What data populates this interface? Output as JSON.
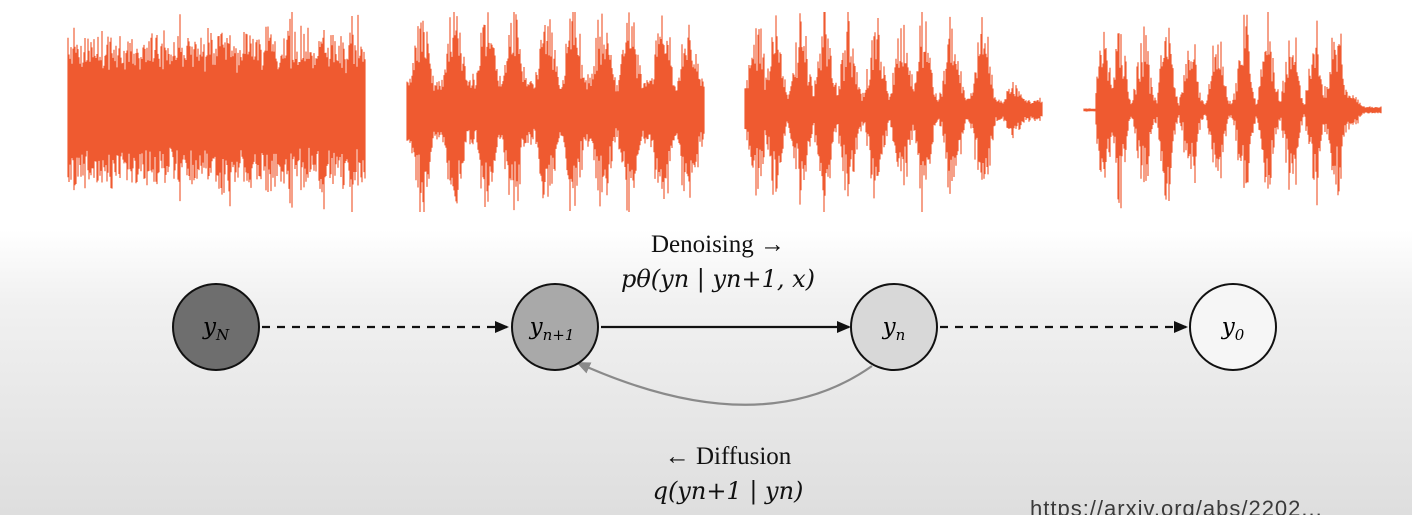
{
  "colors": {
    "waveform": "#ef5a30",
    "node_y_N": "#6e6e6e",
    "node_y_n_plus_1": "#a9a9a9",
    "node_y_n": "#d8d8d8",
    "node_y_0": "#f6f6f6",
    "diffusion_arrow": "#8a8a8a",
    "edge": "#111111"
  },
  "waveforms": [
    {
      "id": "noise",
      "description": "pure noise"
    },
    {
      "id": "mostly-noise"
    },
    {
      "id": "partly-denoised"
    },
    {
      "id": "clean-speech"
    }
  ],
  "nodes": [
    {
      "id": "y_N",
      "label": "y",
      "sub": "N"
    },
    {
      "id": "y_n_plus_1",
      "label": "y",
      "sub": "n+1"
    },
    {
      "id": "y_n",
      "label": "y",
      "sub": "n"
    },
    {
      "id": "y_0",
      "label": "y",
      "sub": "0"
    }
  ],
  "denoising": {
    "title": "Denoising →",
    "formula": "pθ(yn | yn+1, x)"
  },
  "diffusion": {
    "title": "← Diffusion",
    "formula": "q(yn+1 | yn)"
  },
  "corner_text": "https://arxiv.org/abs/2202..."
}
